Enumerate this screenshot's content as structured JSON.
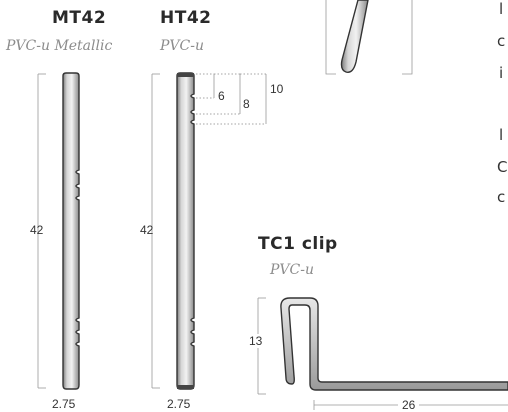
{
  "profiles": {
    "mt42": {
      "name": "MT42",
      "material": "PVC-u Metallic",
      "height": "42",
      "width": "2.75"
    },
    "ht42": {
      "name": "HT42",
      "material": "PVC-u",
      "height": "42",
      "width": "2.75",
      "dim_6": "6",
      "dim_8": "8",
      "dim_10": "10"
    },
    "tc1": {
      "name": "TC1 clip",
      "material": "PVC-u",
      "height": "13",
      "length": "26"
    }
  },
  "edge_text": [
    "l",
    "c",
    "i",
    "l",
    "C",
    "c"
  ],
  "colors": {
    "profile_stroke": "#333333",
    "dimension_line": "#999999",
    "dotted": "#888888"
  }
}
